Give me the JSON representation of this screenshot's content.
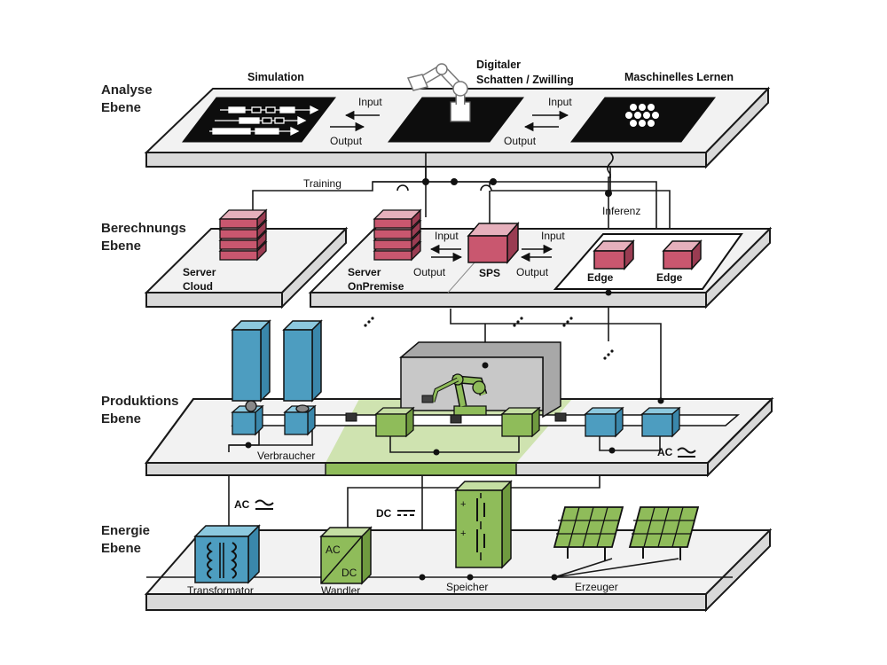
{
  "levels": {
    "analyse": [
      "Analyse",
      "Ebene"
    ],
    "berechnung": [
      "Berechnungs",
      "Ebene"
    ],
    "produktion": [
      "Produktions",
      "Ebene"
    ],
    "energie": [
      "Energie",
      "Ebene"
    ]
  },
  "analyse": {
    "simulation": "Simulation",
    "twin": [
      "Digitaler",
      "Schatten / Zwilling"
    ],
    "ml": "Maschinelles Lernen",
    "input_left": "Input",
    "output_left": "Output",
    "input_right": "Input",
    "output_right": "Output"
  },
  "berechnung": {
    "training": "Training",
    "inferenz": "Inferenz",
    "server_cloud": [
      "Server",
      "Cloud"
    ],
    "server_onpremise": [
      "Server",
      "OnPremise"
    ],
    "sps": "SPS",
    "edge1": "Edge",
    "edge2": "Edge",
    "input_left": "Input",
    "output_left": "Output",
    "input_right": "Input",
    "output_right": "Output"
  },
  "produktion": {
    "verbraucher": "Verbraucher",
    "ac": "AC"
  },
  "energie": {
    "ac": "AC",
    "dc": "DC",
    "transformator": "Transformator",
    "wandler": "Wandler",
    "wandler_ac": "AC",
    "wandler_dc": "DC",
    "speicher": "Speicher",
    "erzeuger": "Erzeuger"
  },
  "colors": {
    "blue": "#4d9dc0",
    "green": "#8fbc5a",
    "pink": "#c9576f",
    "lightgreen": "#cfe3b0"
  }
}
